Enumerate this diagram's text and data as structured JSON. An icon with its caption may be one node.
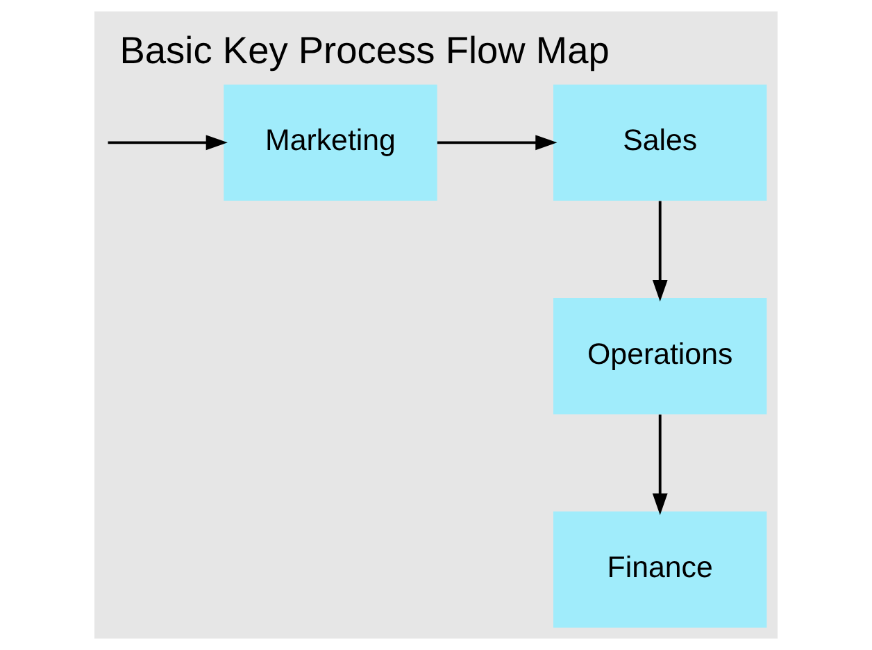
{
  "diagram": {
    "title": "Basic Key Process Flow Map",
    "nodes": [
      {
        "text": [
          "Marketing"
        ]
      },
      {
        "text": [
          "Sales"
        ]
      },
      {
        "text": [
          "Operations"
        ]
      },
      {
        "text": [
          "Finance"
        ]
      }
    ],
    "edges": [
      {
        "from": null,
        "to": 0,
        "arrow": "to"
      },
      {
        "from": 0,
        "to": 1,
        "arrow": "to"
      },
      {
        "from": 1,
        "to": 2,
        "arrow": "to"
      },
      {
        "from": 2,
        "to": 3,
        "arrow": "to"
      }
    ]
  }
}
